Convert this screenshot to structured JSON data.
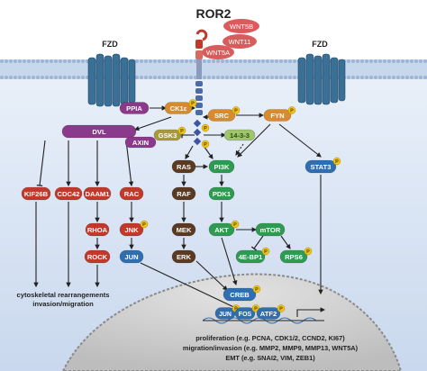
{
  "title": "ROR2",
  "receptors": {
    "fzd_left": "FZD",
    "fzd_right": "FZD"
  },
  "ligands": [
    "WNT5B",
    "WNT11",
    "WNT5A"
  ],
  "nodes": {
    "ppia": "PPIA",
    "ck1e": "CK1ε",
    "src": "SRC",
    "fyn": "FYN",
    "dvl": "DVL",
    "axin": "AXIN",
    "gsk3": "GSK3",
    "p1433": "14-3-3",
    "ras": "RAS",
    "pi3k": "PI3K",
    "raf": "RAF",
    "pdk1": "PDK1",
    "mek": "MEK",
    "akt": "AKT",
    "mtor": "mTOR",
    "erk": "ERK",
    "ebp1": "4E-BP1",
    "rps6": "RPS6",
    "stat3": "STAT3",
    "kif26b": "KIF26B",
    "cdc42": "CDC42",
    "daam1": "DAAM1",
    "rac": "RAC",
    "rhoa": "RHOA",
    "jnk": "JNK",
    "rock": "ROCK",
    "jun_cyto": "JUN",
    "creb": "CREB",
    "jun_nuc": "JUN",
    "fos": "FOS",
    "atf2": "ATF2"
  },
  "phospho_label": "P",
  "outcome_cytoskeletal": [
    "cytoskeletal rearrangements",
    "invasion/migration"
  ],
  "outcome_nuclear": [
    "proliferation (e.g. PCNA, CDK1/2, CCND2, KI67)",
    "migration/invasion (e.g. MMP2, MMP9, MMP13, WNT5A)",
    "EMT (e.g. SNAI2, VIM, ZEB1)"
  ],
  "colors": {
    "membrane": "#b9cde6",
    "cytoplasm_top": "#e6eef8",
    "cytoplasm_bottom": "#cfdcef",
    "receptor": "#3a6f96",
    "dvl": "#8b3a8b",
    "ck_orange": "#d98a2a",
    "gsk_olive": "#a89a38",
    "p1433": "#9ec56a",
    "brown": "#5a3a22",
    "green": "#2f9a52",
    "blue": "#2f6fb0",
    "red": "#c0392b",
    "ligand": "#d95c5c",
    "phospho": "#f0c419",
    "nucleus": "#c9c9c9"
  }
}
